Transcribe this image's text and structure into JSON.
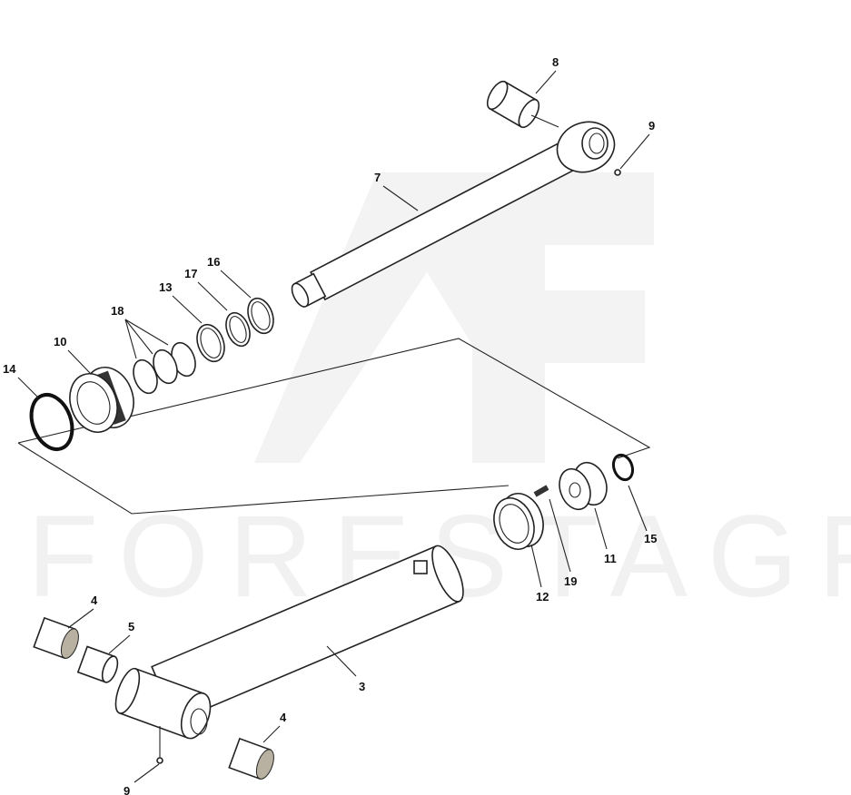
{
  "diagram": {
    "title": "Hydraulic cylinder exploded parts view",
    "watermark": "FORESTAGRI",
    "parts": [
      {
        "id": "rod-eye-bushing",
        "label": "8"
      },
      {
        "id": "grease-fitting-top",
        "label": "9"
      },
      {
        "id": "piston-rod",
        "label": "7"
      },
      {
        "id": "ring-16",
        "label": "16"
      },
      {
        "id": "ring-17",
        "label": "17"
      },
      {
        "id": "ring-13",
        "label": "13"
      },
      {
        "id": "rings-18",
        "label": "18"
      },
      {
        "id": "gland",
        "label": "10"
      },
      {
        "id": "o-ring-14",
        "label": "14"
      },
      {
        "id": "o-ring-15",
        "label": "15"
      },
      {
        "id": "piston",
        "label": "11"
      },
      {
        "id": "set-screw-19",
        "label": "19"
      },
      {
        "id": "seal-12",
        "label": "12"
      },
      {
        "id": "bushing-4-left",
        "label": "4"
      },
      {
        "id": "bushing-5",
        "label": "5"
      },
      {
        "id": "cylinder-barrel",
        "label": "3"
      },
      {
        "id": "bushing-4-right",
        "label": "4"
      },
      {
        "id": "grease-fitting-bottom",
        "label": "9"
      }
    ]
  }
}
